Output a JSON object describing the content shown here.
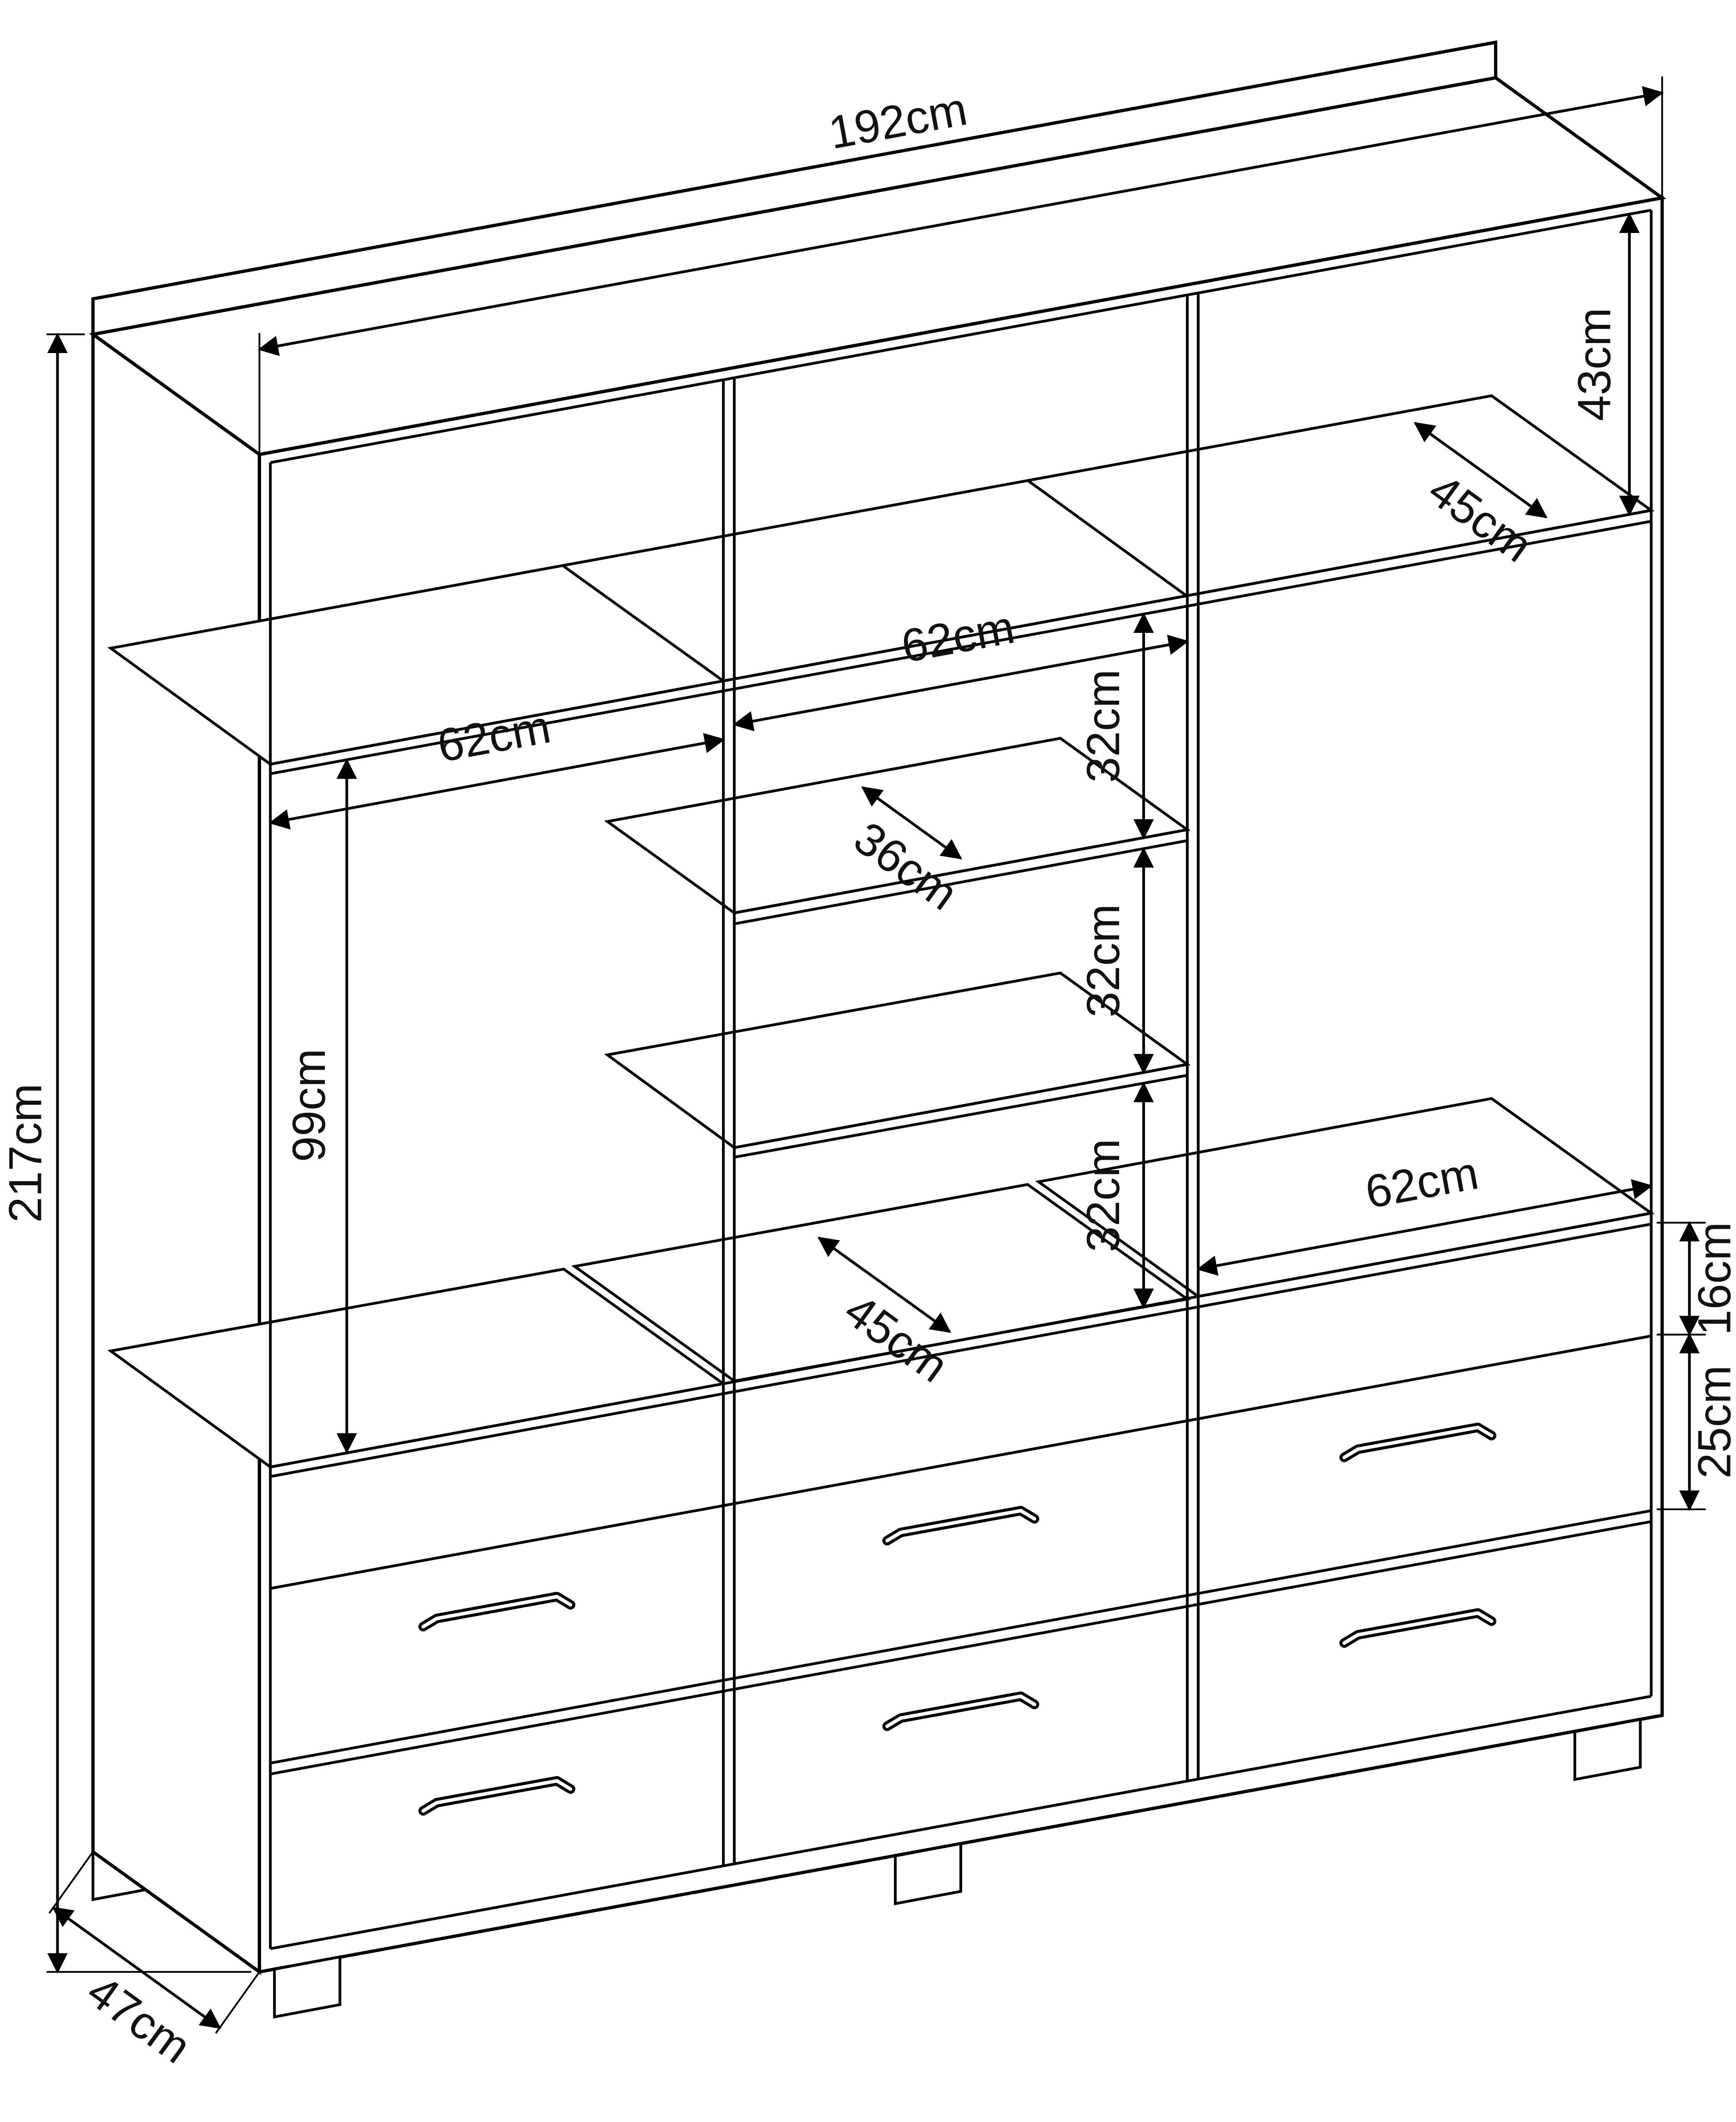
{
  "diagram": {
    "kind": "wardrobe-technical-dimension-drawing",
    "unit": "cm",
    "colors": {
      "line": "#000000",
      "background": "#ffffff"
    }
  },
  "dims": {
    "w_overall": "192cm",
    "h_overall": "217cm",
    "d_overall": "47cm",
    "h_top": "43cm",
    "d_top": "45cm",
    "w_mid_col": "62cm",
    "w_left_col": "62cm",
    "w_right_col": "62cm",
    "gap1": "32cm",
    "gap2": "32cm",
    "gap3": "32cm",
    "d_shelf": "36cm",
    "h_hanging": "99cm",
    "d_bottom": "45cm",
    "h_drawer_gap": "16cm",
    "h_drawer": "25cm"
  }
}
